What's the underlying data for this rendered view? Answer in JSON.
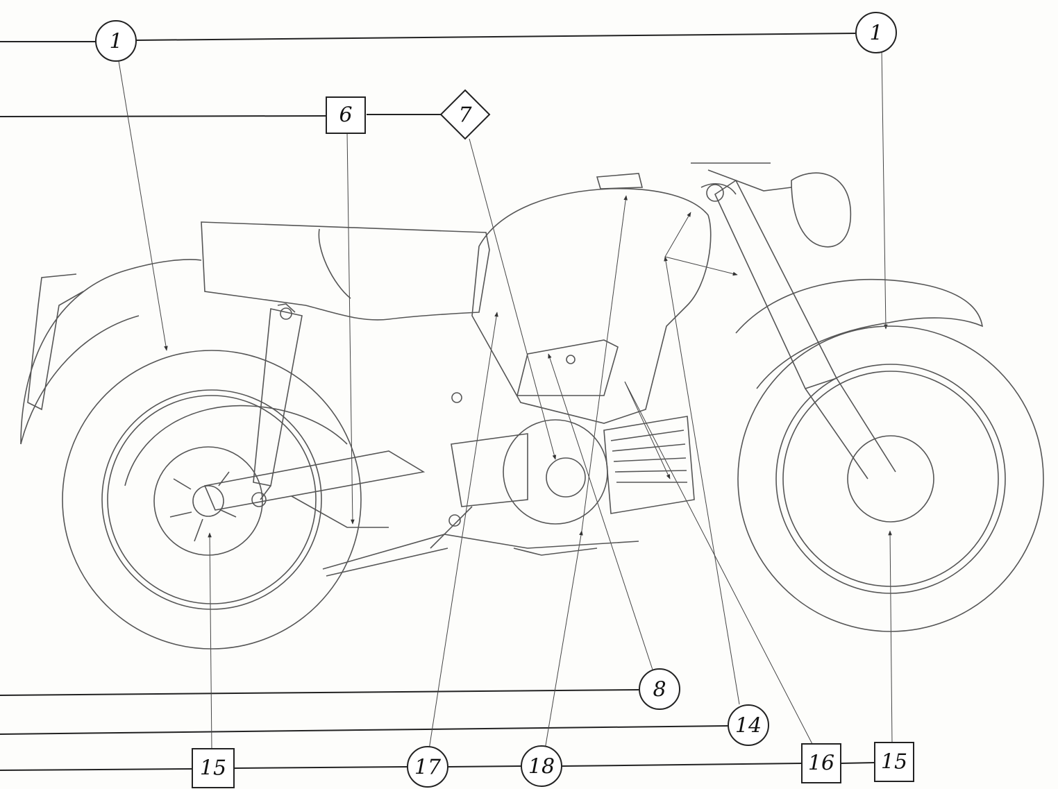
{
  "markers": {
    "m1_left": "1",
    "m1_right": "1",
    "m6": "6",
    "m7": "7",
    "m8": "8",
    "m14": "14",
    "m15_bottom_left": "15",
    "m15_bottom_right": "15",
    "m16": "16",
    "m17": "17",
    "m18": "18"
  }
}
